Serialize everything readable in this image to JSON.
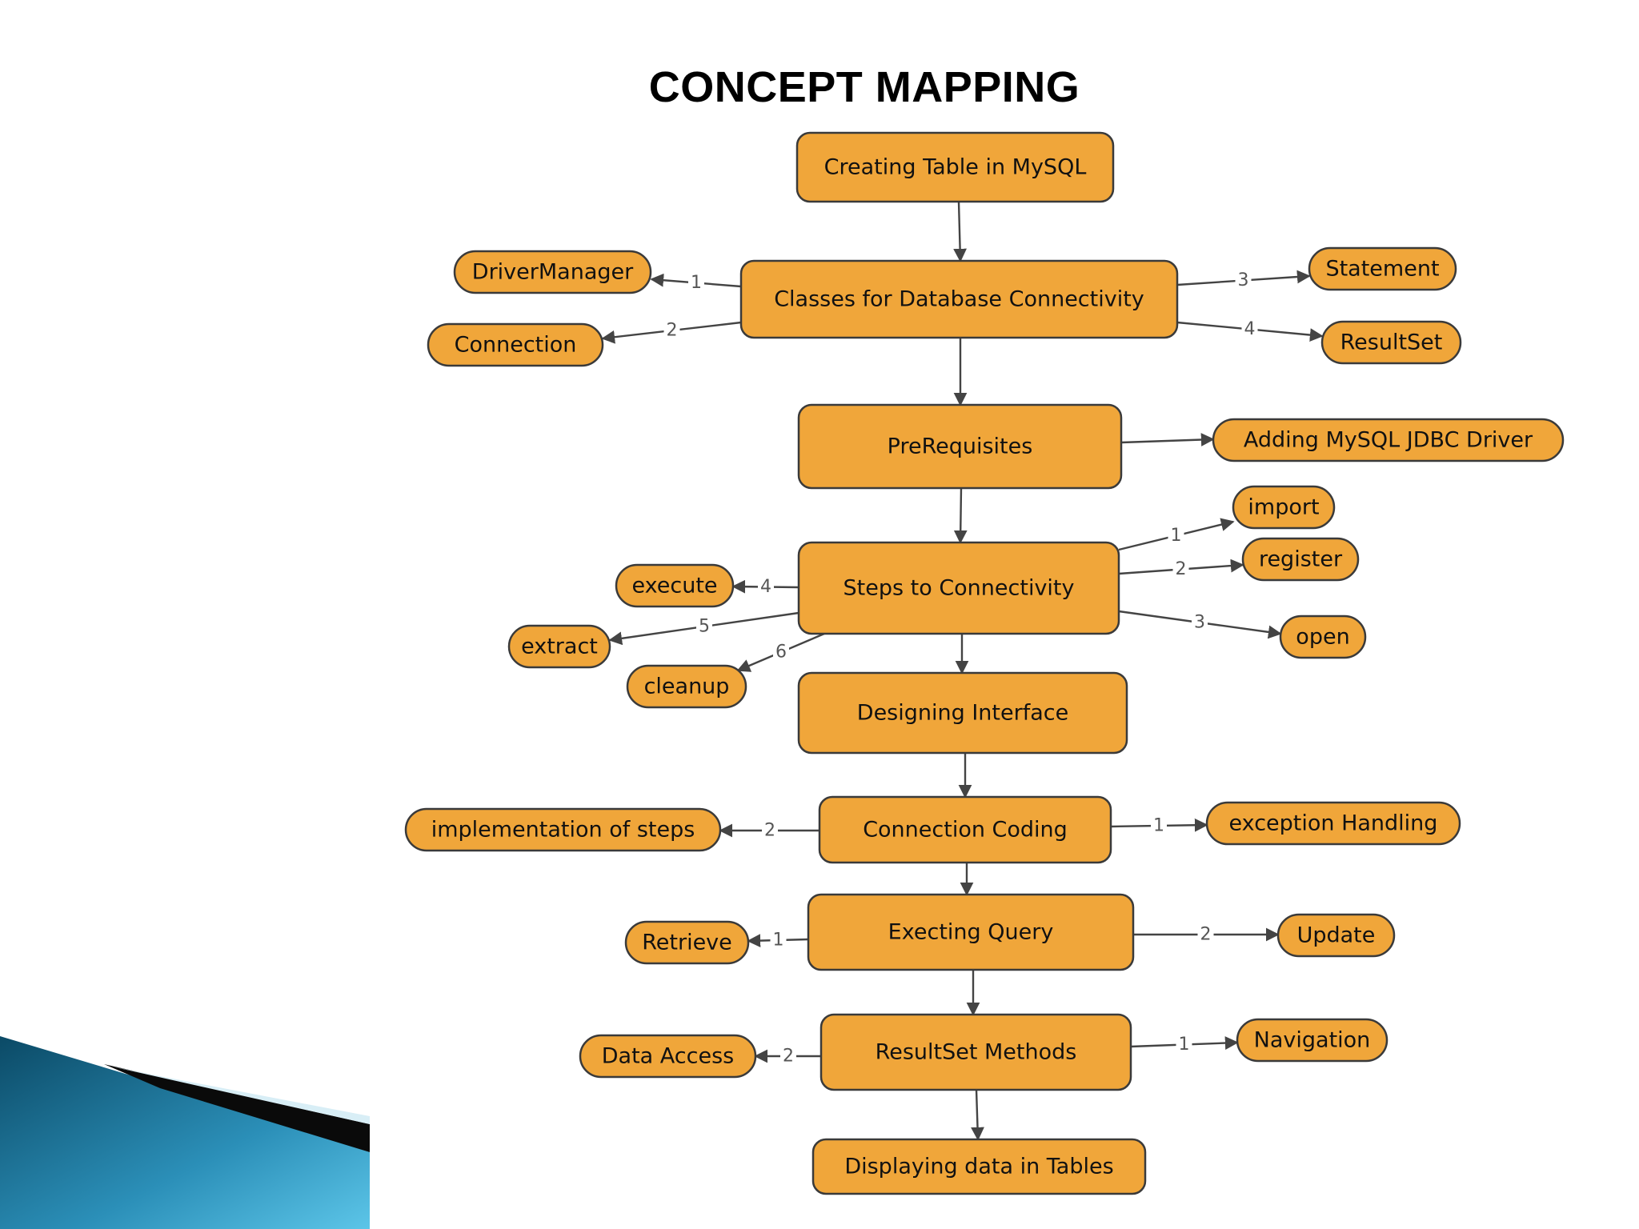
{
  "title": "CONCEPT MAPPING",
  "colors": {
    "node_fill": "#F0A63A",
    "node_stroke": "#3a3a3a",
    "edge": "#444444",
    "decor_dark": "#0b4a66",
    "decor_light": "#3fb2dc"
  },
  "nodes": [
    {
      "id": "creating",
      "label": "Creating Table in MySQL"
    },
    {
      "id": "classes",
      "label": "Classes for Database Connectivity"
    },
    {
      "id": "drivermanager",
      "label": "DriverManager"
    },
    {
      "id": "connection",
      "label": "Connection"
    },
    {
      "id": "statement",
      "label": "Statement"
    },
    {
      "id": "resultset",
      "label": "ResultSet"
    },
    {
      "id": "prereq",
      "label": "PreRequisites"
    },
    {
      "id": "jdbc",
      "label": "Adding MySQL JDBC Driver"
    },
    {
      "id": "steps",
      "label": "Steps to Connectivity"
    },
    {
      "id": "import",
      "label": "import"
    },
    {
      "id": "register",
      "label": "register"
    },
    {
      "id": "open",
      "label": "open"
    },
    {
      "id": "execute",
      "label": "execute"
    },
    {
      "id": "extract",
      "label": "extract"
    },
    {
      "id": "cleanup",
      "label": "cleanup"
    },
    {
      "id": "designing",
      "label": "Designing Interface"
    },
    {
      "id": "conncoding",
      "label": "Connection Coding"
    },
    {
      "id": "implsteps",
      "label": "implementation of steps"
    },
    {
      "id": "exception",
      "label": "exception Handling"
    },
    {
      "id": "exequery",
      "label": "Execting Query"
    },
    {
      "id": "retrieve",
      "label": "Retrieve"
    },
    {
      "id": "update",
      "label": "Update"
    },
    {
      "id": "rsmethods",
      "label": "ResultSet Methods"
    },
    {
      "id": "dataaccess",
      "label": "Data Access"
    },
    {
      "id": "navigation",
      "label": "Navigation"
    },
    {
      "id": "displaying",
      "label": "Displaying data in Tables"
    }
  ],
  "edges": [
    {
      "from": "creating",
      "to": "classes",
      "label": ""
    },
    {
      "from": "classes",
      "to": "drivermanager",
      "label": "1"
    },
    {
      "from": "classes",
      "to": "connection",
      "label": "2"
    },
    {
      "from": "classes",
      "to": "statement",
      "label": "3"
    },
    {
      "from": "classes",
      "to": "resultset",
      "label": "4"
    },
    {
      "from": "classes",
      "to": "prereq",
      "label": ""
    },
    {
      "from": "prereq",
      "to": "jdbc",
      "label": ""
    },
    {
      "from": "prereq",
      "to": "steps",
      "label": ""
    },
    {
      "from": "steps",
      "to": "import",
      "label": "1"
    },
    {
      "from": "steps",
      "to": "register",
      "label": "2"
    },
    {
      "from": "steps",
      "to": "open",
      "label": "3"
    },
    {
      "from": "steps",
      "to": "execute",
      "label": "4"
    },
    {
      "from": "steps",
      "to": "extract",
      "label": "5"
    },
    {
      "from": "steps",
      "to": "cleanup",
      "label": "6"
    },
    {
      "from": "steps",
      "to": "designing",
      "label": ""
    },
    {
      "from": "designing",
      "to": "conncoding",
      "label": ""
    },
    {
      "from": "conncoding",
      "to": "exception",
      "label": "1"
    },
    {
      "from": "conncoding",
      "to": "implsteps",
      "label": "2"
    },
    {
      "from": "conncoding",
      "to": "exequery",
      "label": ""
    },
    {
      "from": "exequery",
      "to": "retrieve",
      "label": "1"
    },
    {
      "from": "exequery",
      "to": "update",
      "label": "2"
    },
    {
      "from": "exequery",
      "to": "rsmethods",
      "label": ""
    },
    {
      "from": "rsmethods",
      "to": "navigation",
      "label": "1"
    },
    {
      "from": "rsmethods",
      "to": "dataaccess",
      "label": "2"
    },
    {
      "from": "rsmethods",
      "to": "displaying",
      "label": ""
    }
  ]
}
